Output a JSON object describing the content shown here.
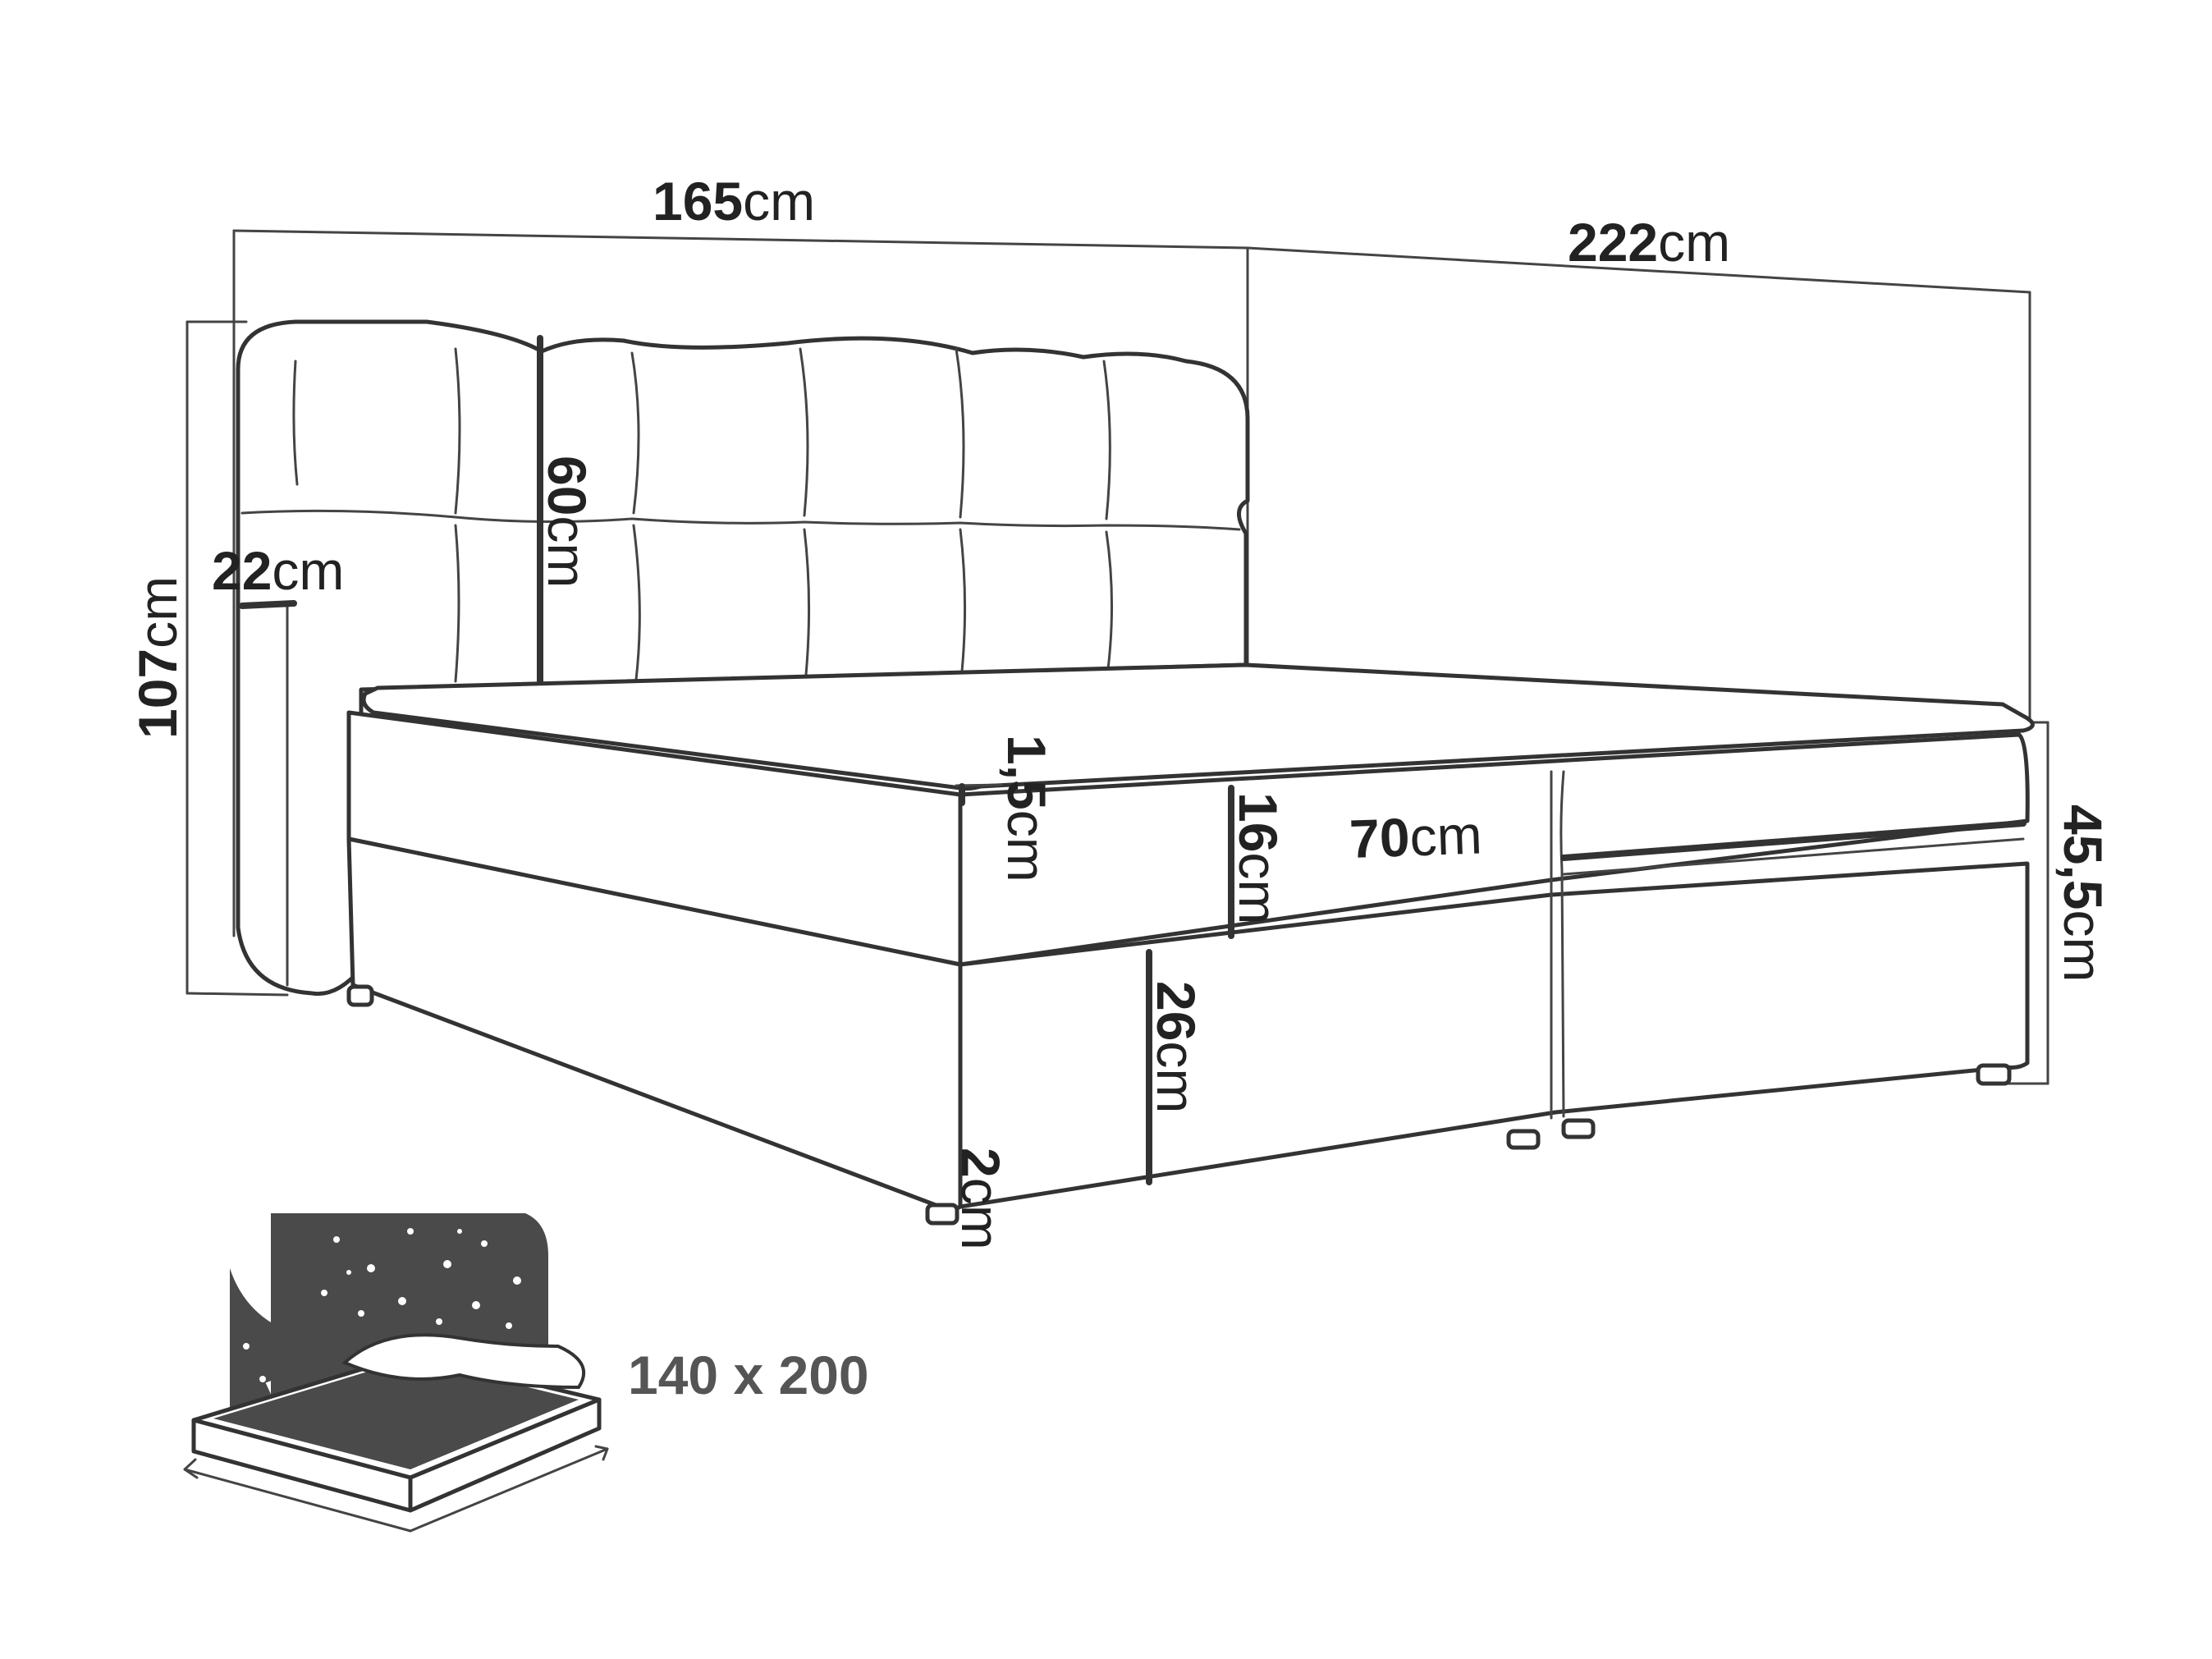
{
  "dimensions": {
    "width": {
      "value": "165",
      "unit": "cm"
    },
    "length": {
      "value": "222",
      "unit": "cm"
    },
    "total_height": {
      "value": "107",
      "unit": "cm"
    },
    "headboard_height": {
      "value": "60",
      "unit": "cm"
    },
    "headboard_depth": {
      "value": "22",
      "unit": "cm"
    },
    "topper_height": {
      "value": "1,5",
      "unit": "cm"
    },
    "mattress_height": {
      "value": "16",
      "unit": "cm"
    },
    "base_height": {
      "value": "26",
      "unit": "cm"
    },
    "feet_height": {
      "value": "2",
      "unit": "cm"
    },
    "storage_width": {
      "value": "70",
      "unit": "cm"
    },
    "side_height": {
      "value": "45,5",
      "unit": "cm"
    }
  },
  "mattress_size": "140 x 200",
  "colors": {
    "line": "#333333",
    "text": "#222222",
    "size_text": "#555555",
    "panel": "#4a4a4a"
  },
  "icons": [
    "bed-outline-icon",
    "mattress-size-icon",
    "starry-headboard-icon"
  ]
}
